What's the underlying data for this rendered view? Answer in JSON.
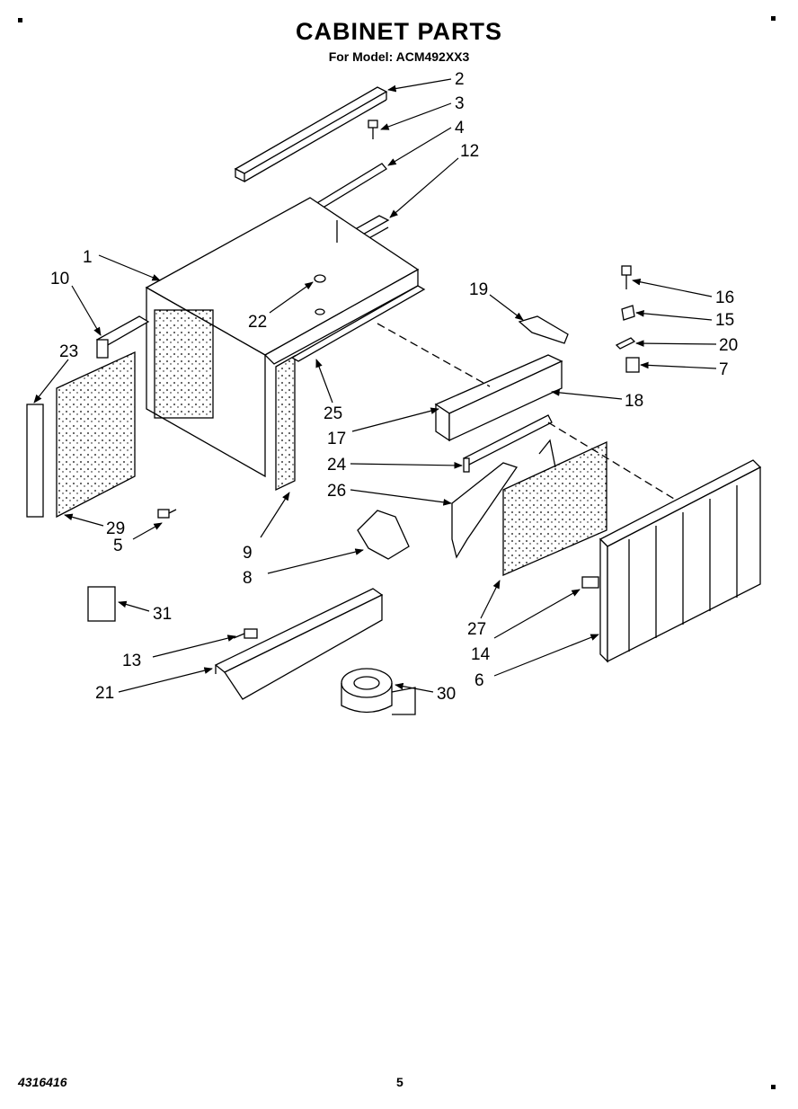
{
  "page": {
    "title": "CABINET PARTS",
    "subtitle": "For Model: ACM492XX3",
    "doc_number": "4316416",
    "page_number": "5"
  },
  "callouts": [
    "2",
    "3",
    "4",
    "12",
    "1",
    "10",
    "23",
    "22",
    "19",
    "16",
    "15",
    "20",
    "7",
    "18",
    "25",
    "17",
    "24",
    "26",
    "29",
    "5",
    "9",
    "8",
    "31",
    "27",
    "14",
    "13",
    "21",
    "30",
    "6"
  ]
}
